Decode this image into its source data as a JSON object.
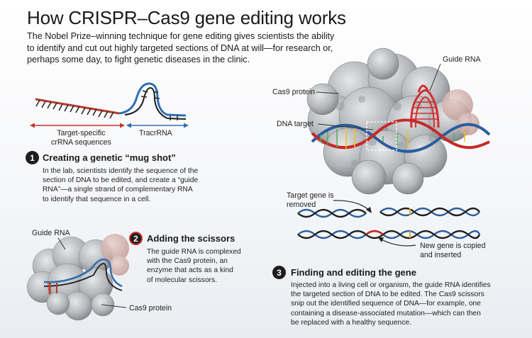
{
  "header": {
    "title": "How CRISPR–Cas9 gene editing works",
    "intro_lines": [
      "The Nobel Prize–winning technique for gene editing gives scientists the ability",
      "to identify and cut out highly targeted sections of DNA at will—for research or,",
      "perhaps some day, to fight genetic diseases in the clinic."
    ]
  },
  "labels": {
    "crrna_lines": [
      "Target-specific",
      "crRNA sequences"
    ],
    "tracrrna": "TracrRNA",
    "guide_rna_top": "Guide RNA",
    "cas9_protein_top": "Cas9 protein",
    "dna_target": "DNA target",
    "target_removed_lines": [
      "Target gene is",
      "removed"
    ],
    "new_gene_lines": [
      "New gene is copied",
      "and inserted"
    ],
    "guide_rna_small": "Guide RNA",
    "cas9_protein_small": "Cas9 protein"
  },
  "steps": [
    {
      "number": "1",
      "title": "Creating a genetic “mug shot”",
      "body_lines": [
        "In the lab, scientists identify the sequence of the",
        "section of DNA to be edited, and create a “guide",
        "RNA”—a single strand of complementary RNA",
        "to identify that sequence in a cell."
      ]
    },
    {
      "number": "2",
      "title": "Adding the scissors",
      "body_lines": [
        "The guide RNA is complexed",
        "with the Cas9 protein, an",
        "enzyme that acts as a kind",
        "of molecular scissors."
      ]
    },
    {
      "number": "3",
      "title": "Finding and editing the gene",
      "body_lines": [
        "Injected into a living cell or organism, the guide RNA identifies",
        "the targeted section of DNA to be edited. The Cas9 scissors",
        "snip out the identified sequence of DNA—for example, one",
        "containing a disease-associated mutation—which can then",
        "be replaced with a healthy sequence."
      ]
    }
  ],
  "colors": {
    "crrna_red": "#c0392b",
    "tracrrna_blue": "#2f6fb0",
    "dna_blue": "#2a5d9e",
    "dna_red": "#c62828",
    "protein_gray": "#a9acb0",
    "step2_ring": "#c8332b"
  },
  "icons": [
    "guide-rna-strand-icon",
    "cas9-protein-icon",
    "dna-helix-icon",
    "scissors-concept"
  ]
}
